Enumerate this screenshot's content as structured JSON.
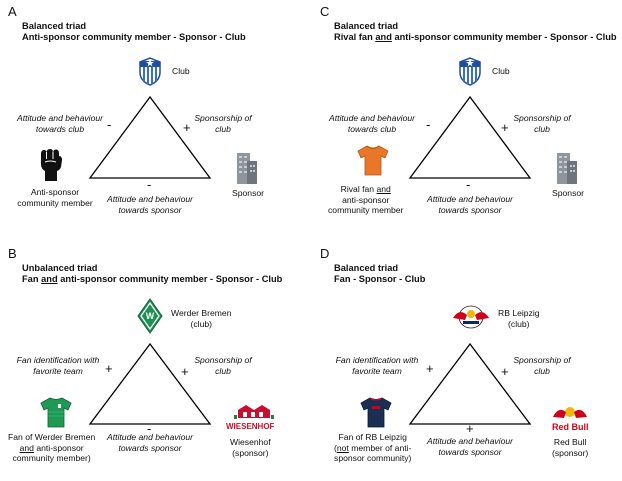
{
  "panels": {
    "a": {
      "letter": "A",
      "title": "Balanced triad",
      "subtitle": "Anti-sponsor community member - Sponsor - Club",
      "left_edge": "Attitude and behaviour towards club",
      "right_edge": "Sponsorship of club",
      "bottom_edge": "Attitude and behaviour towards sponsor",
      "left_sign": "-",
      "right_sign": "+",
      "bottom_sign": "-",
      "top_node": "Club",
      "left_node": "Anti-sponsor community member",
      "right_node": "Sponsor",
      "icons": [
        "shield-icon",
        "raised-fist-icon",
        "building-icon"
      ]
    },
    "c": {
      "letter": "C",
      "title": "Balanced triad",
      "subtitle_pre": "Rival fan ",
      "subtitle_u": "and",
      "subtitle_post": " anti-sponsor community member - Sponsor - Club",
      "left_edge": "Attitude and behaviour towards club",
      "right_edge": "Sponsorship of club",
      "bottom_edge": "Attitude and behaviour towards sponsor",
      "left_sign": "-",
      "right_sign": "+",
      "bottom_sign": "-",
      "top_node": "Club",
      "left_node_l1": "Rival fan ",
      "left_node_u": "and",
      "left_node_l2": "anti-sponsor",
      "left_node_l3": "community member",
      "right_node": "Sponsor",
      "icons": [
        "shield-icon",
        "orange-shirt-icon",
        "building-icon"
      ]
    },
    "b": {
      "letter": "B",
      "title": "Unbalanced triad",
      "subtitle_pre": "Fan ",
      "subtitle_u": "and",
      "subtitle_post": " anti-sponsor community member - Sponsor - Club",
      "left_edge": "Fan identification with favorite team",
      "right_edge": "Sponsorship of club",
      "bottom_edge": "Attitude and behaviour towards sponsor",
      "left_sign": "+",
      "right_sign": "+",
      "bottom_sign": "-",
      "top_node_l1": "Werder Bremen",
      "top_node_l2": "(club)",
      "left_node_l1": "Fan of Werder Bremen",
      "left_node_u": "and",
      "left_node_l2": " anti-sponsor",
      "left_node_l3": "community member)",
      "right_node_l1": "Wiesenhof",
      "right_node_l2": "(sponsor)",
      "brand_text": "WIESENHOF",
      "icons": [
        "werder-bremen-logo-icon",
        "green-jersey-icon",
        "wiesenhof-logo-icon"
      ],
      "colors": {
        "werder_green": "#1d9053"
      }
    },
    "d": {
      "letter": "D",
      "title": "Balanced triad",
      "subtitle": "Fan - Sponsor - Club",
      "left_edge": "Fan identification with favorite team",
      "right_edge": "Sponsorship of club",
      "bottom_edge": "Attitude and behaviour towards sponsor",
      "left_sign": "+",
      "right_sign": "+",
      "bottom_sign": "+",
      "top_node_l1": "RB Leipzig",
      "top_node_l2": "(club)",
      "left_node_l1": "Fan of RB Leipzig",
      "left_node_u": "not",
      "left_node_l2": " member of anti-",
      "left_node_l3": "sponsor community)",
      "right_node_l1": "Red Bull",
      "right_node_l2": "(sponsor)",
      "brand_text": "Red Bull",
      "icons": [
        "rb-leipzig-logo-icon",
        "navy-jersey-icon",
        "red-bull-logo-icon"
      ],
      "colors": {
        "red_bull_red": "#d0021b"
      }
    }
  }
}
